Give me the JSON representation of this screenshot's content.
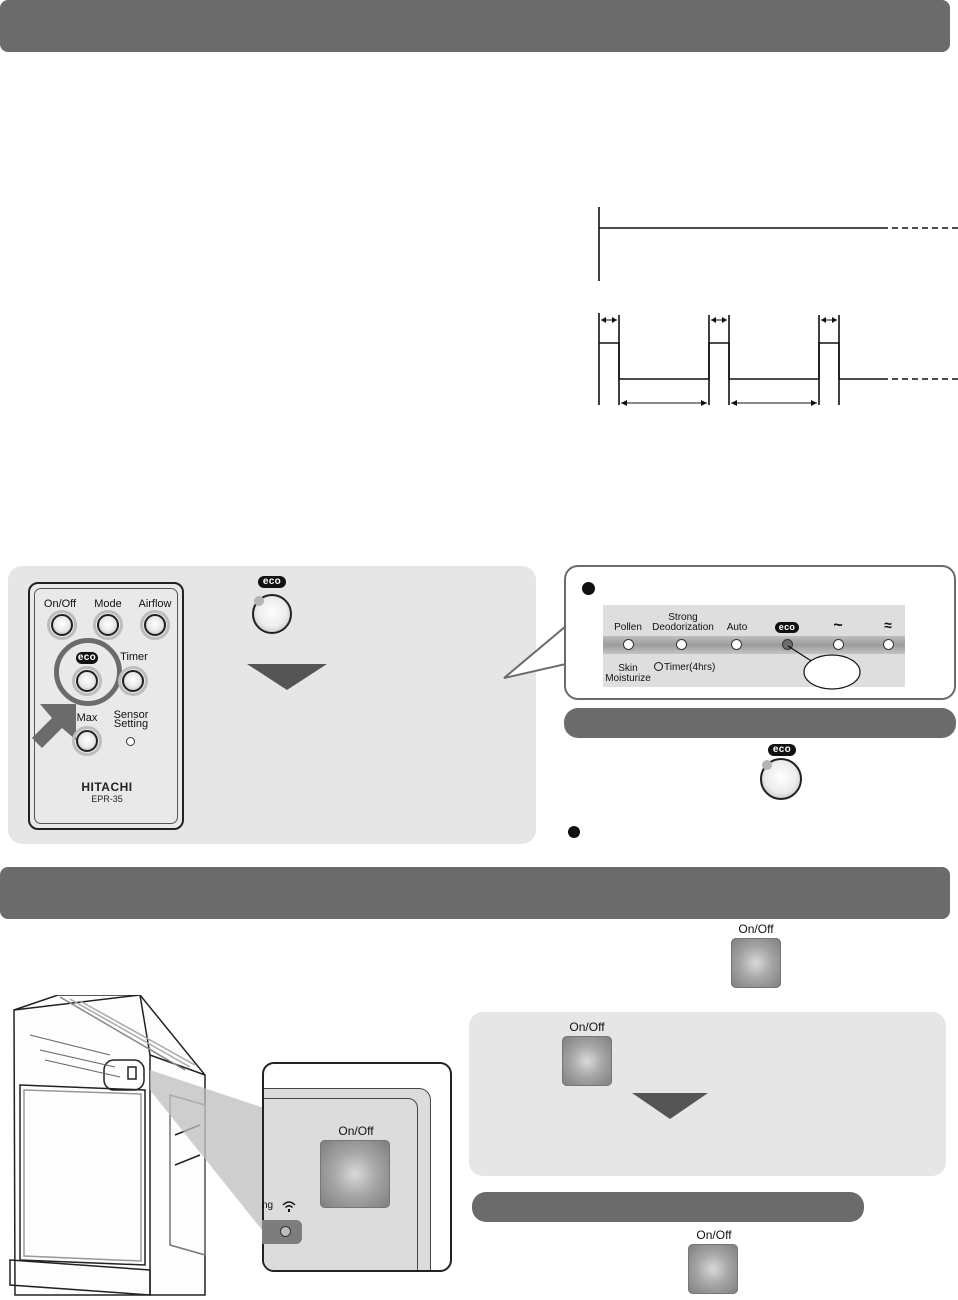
{
  "remote": {
    "buttons": {
      "on_off": "On/Off",
      "mode": "Mode",
      "airflow": "Airflow",
      "timer": "Timer",
      "max": "Max",
      "sensor_line1": "Sensor",
      "sensor_line2": "Setting"
    },
    "eco_badge": "eco",
    "brand": "HITACHI",
    "model": "EPR-35"
  },
  "eco_step": {
    "badge": "eco"
  },
  "indicator_panel": {
    "labels": {
      "pollen": "Pollen",
      "strong_line1": "Strong",
      "strong_line2": "Deodorization",
      "auto": "Auto",
      "eco": "eco",
      "fan_low": "~",
      "fan_high": "≈",
      "skin_line1": "Skin",
      "skin_line2": "Moisturize",
      "timer": "Timer(4hrs)"
    }
  },
  "eco_cancel": {
    "badge": "eco"
  },
  "power_section": {
    "top_button_label": "On/Off",
    "step_button_label": "On/Off",
    "unit_button_label": "On/Off",
    "unit_partial_text": "ng",
    "cancel_button_label": "On/Off"
  },
  "colors": {
    "header_bar": "#6b6b6b",
    "panel_bg": "#e6e6e6",
    "accent_dark": "#111111"
  }
}
